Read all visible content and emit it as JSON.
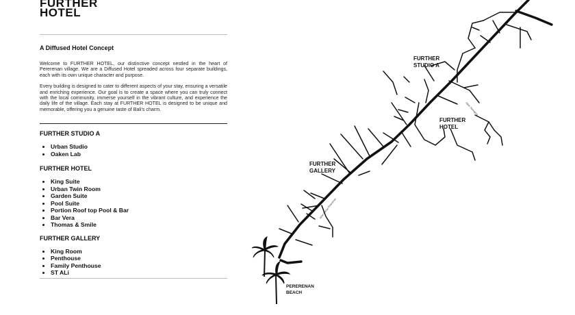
{
  "brand": {
    "line1": "FURTHER",
    "line2": "HOTEL"
  },
  "intro": {
    "title": "A Diffused Hotel Concept",
    "p1": "Welcome to FURTHER HOTEL, our distinctive concept nestled in the heart of Pererenan village. We are a Diffused Hotel spreaded across four separate buildings, each with its own unique character and purpose.",
    "p2": "Every building is designed to cater to different aspects of your stay, ensuring a versatile and enriching experience. Our goal is to create a space where you can truly connect with the local community, immerse yourself in the vibrant culture, and experience the daily life of the village. Each stay at FURTHER HOTEL is designed to be unique and memorable, offering you a genuine taste of Bali's charm."
  },
  "sections": [
    {
      "title": "FURTHER STUDIO A",
      "items": [
        "Urban Studio",
        "Oaken Lab"
      ]
    },
    {
      "title": "FURTHER HOTEL",
      "items": [
        "King Suite",
        "Urban Twin Room",
        "Garden Suite",
        "Pool Suite",
        "Portion Roof top Pool & Bar",
        "Bar Vera",
        "Thomas & Smile"
      ]
    },
    {
      "title": "FURTHER GALLERY",
      "items": [
        "King Room",
        "Penthouse",
        "Family Penthouse",
        "ST ALi"
      ]
    }
  ],
  "map": {
    "labels": {
      "studio_a": [
        "FURTHER",
        "STUDIO A"
      ],
      "hotel": [
        "FURTHER",
        "HOTEL"
      ],
      "gallery": [
        "FURTHER",
        "GALLERY"
      ],
      "beach": [
        "PERERENAN",
        "BEACH"
      ]
    },
    "streets": {
      "main": "Jalan Pantai Pererenan",
      "side": "Jalan Suwagina"
    }
  }
}
